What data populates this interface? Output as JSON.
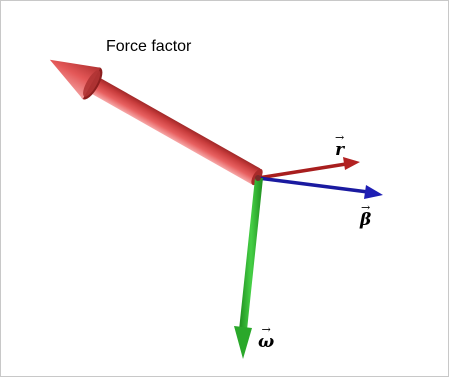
{
  "force_label": "Force factor",
  "vectors": {
    "r": {
      "symbol": "r",
      "arrow": "→",
      "color": "#b22222"
    },
    "beta": {
      "symbol": "β",
      "arrow": "→",
      "color": "#1a1aa8"
    },
    "omega": {
      "symbol": "ω",
      "arrow": "→",
      "color": "#22b022"
    }
  },
  "colors": {
    "force_arrow": "#e85a5a",
    "background": "#ffffff",
    "frame": "#c8c8c8"
  }
}
